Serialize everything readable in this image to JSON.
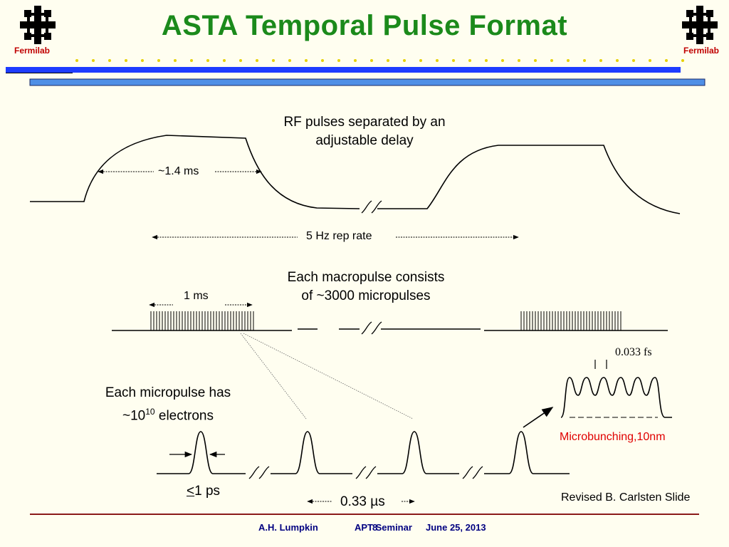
{
  "slide": {
    "title": "ASTA Temporal Pulse Format",
    "logo_text": "Fermilab",
    "colors": {
      "title": "#1B8A1B",
      "logo": "#C00000",
      "bar_blue": "#1E3CFF",
      "bar_light": "#4F8FE6",
      "dots": "#E6D000",
      "footer_rule": "#8B1A1A",
      "footer_text": "#000080",
      "note_red": "#E00000"
    }
  },
  "diagram": {
    "rf_label_line1": "RF pulses separated by an",
    "rf_label_line2": "adjustable delay",
    "rf_width": "~1.4 ms",
    "rep_rate": "5 Hz rep rate",
    "macro_label_line1": "Each macropulse consists",
    "macro_label_line2": "of ~3000 micropulses",
    "macro_width": "1 ms",
    "micro_label_line1": "Each micropulse has",
    "micro_label_line2_pre": "~10",
    "micro_label_line2_exp": "10",
    "micro_label_line2_post": " electrons",
    "micro_width_sym": "<",
    "micro_width": "1 ps",
    "micro_spacing": "0.33 µs",
    "bunch_spacing": "0.033 fs",
    "microbunching": "Microbunching,10nm",
    "credit": "Revised B. Carlsten Slide"
  },
  "footer": {
    "author": "A.H. Lumpkin",
    "venue": "APT Seminar",
    "page": "8",
    "date": "June 25, 2013"
  }
}
